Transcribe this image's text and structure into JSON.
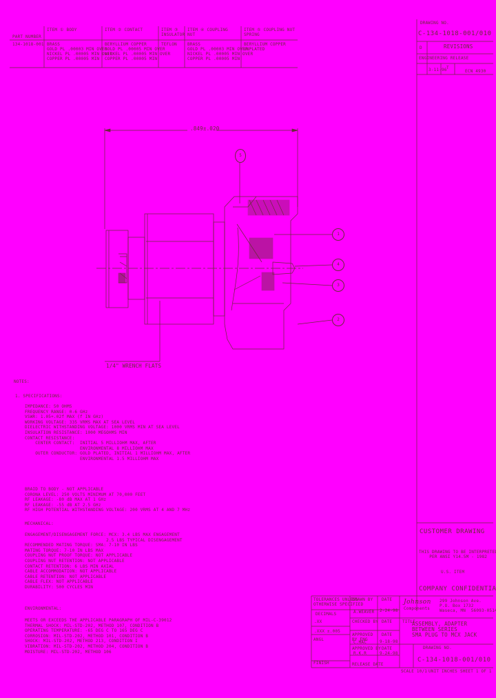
{
  "bom": {
    "headers": [
      "PART NUMBER",
      "ITEM ① BODY",
      "ITEM ② CONTACT",
      "ITEM ③ INSULATOR",
      "ITEM ④ COUPLING NUT",
      "ITEM ⑤ COUPLING NUT SPRING"
    ],
    "rows": [
      [
        "134-1018-001",
        "BRASS\nGOLD PL .00003 MIN OVER\nNICKEL PL .00005 MIN OVER\nCOPPER PL .00005 MIN",
        "BERYLLIUM COPPER\nGOLD PL .00005 MIN OVER\nNICKEL PL .00005 MIN OVER\nCOPPER PL .00005 MIN",
        "TEFLON",
        "BRASS\nGOLD PL .00003 MIN OVER\nNICKEL PL .00005 MIN OVER\nCOPPER PL .00005 MIN",
        "BERYLLIUM COPPER\nUNPLATED"
      ]
    ]
  },
  "titleblock": {
    "drawing_no_label": "DRAWING NO.",
    "drawing_no": "C-134-1018-001/010",
    "rev_col": "D",
    "revisions_label": "REVISIONS",
    "rev_row_header": "ENGINEERING RELEASE",
    "rev_date": "3-11-96",
    "rev_ecn": "ECN 4930",
    "ecn_flag": "T",
    "customer_drawing": "CUSTOMER DRAWING",
    "notice": "THIS DRAWING TO BE INTERPRETED\nPER ANSI Y14.5M - 1982",
    "us_customary": "U.S. ITEM",
    "company_confidential": "COMPANY CONFIDENTIAL",
    "tolerances": "TOLERANCES UNLESS\nOTHERWISE SPECIFIED",
    "decimals": "DECIMALS",
    "dec_x": ".XX",
    "dec_xxx": ".XXX  ±.005",
    "angles": "ANGL",
    "finish": "FINISH",
    "drawn_by_label": "DRAWN BY",
    "drawn_by": "A.WEAVER",
    "date_label": "DATE",
    "drawn_date": "2-24-98",
    "checked_by": "CHECKED BY",
    "engineer": "APPROVED BY ENG",
    "eng_initials": "C.MAC",
    "eng_date": "9-18-98",
    "approved_by": "APPROVED BY",
    "approved_name": "R.K.R",
    "approved_date": "9-24-98",
    "release_date": "RELEASE DATE",
    "company": "Johnson",
    "company_sub": "Components",
    "address": "299 Johnson Ave.\nP.O. Box 1732\nWaseca, MN  56093-0514",
    "title_label": "TITLE",
    "title": "ASSEMBLY, ADAPTER\nBETWEEN SERIES\nSMA PLUG TO MCX JACK",
    "scale": "SCALE  10/1",
    "units": "UNIT  INCHES",
    "sheet": "SHEET 1  OF 1"
  },
  "drawing": {
    "dimension": ".849±.020",
    "wrench": "1/4\" WRENCH FLATS",
    "callouts": [
      "1",
      "2",
      "3",
      "4",
      "5"
    ]
  },
  "notes": {
    "heading": "NOTES:",
    "spec_heading": "1.  SPECIFICATIONS:",
    "electrical": "IMPEDANCE: 50 OHMS\nFREQUENCY RANGE: 0-6 GHz\nVSWR: 1.05+.02f MAX (f IN GHz)\nWORKING VOLTAGE: 335 VRMS MAX AT SEA LEVEL\nDIELECTRIC WITHSTANDING VOLTAGE: 1000 VRMS MIN AT SEA LEVEL\nINSULATION RESISTANCE: 1000 MEGOHMS MIN\nCONTACT RESISTANCE:\n    CENTER CONTACT:  INITIAL 5 MILLIOHM MAX, AFTER\n                     ENVIRONMENTAL 8 MILLIOHM MAX\n    OUTER CONDUCTOR: GOLD PLATED, INITIAL 1 MILLIOHM MAX, AFTER\n                     ENVIRONMENTAL 1.5 MILLIOHM MAX",
    "electrical2": "BRAID TO BODY - NOT APPLICABLE\nCORONA LEVEL: 250 VOLTS MINIMUM AT 70,000 FEET\nRF LEAKAGE: -80 dB MAX AT 1 GHz\nRF LEAKAGE: -55 dB AT 2.5 GHz\nRF HIGH POTENTIAL WITHSTANDING VOLTAGE: 200 VRMS AT 4 AND 7 MHz",
    "mech_heading": "MECHANICAL:",
    "mechanical": "ENGAGEMENT/DISENGAGEMENT FORCE: MCX: 3.4 LBS MAX ENGAGEMENT\n                               2.5 LBS TYPICAL DISENGAGEMENT\nRECOMMENDED MATING TORQUE: SMA: 7-10 IN LBS\nMATING TORQUE: 7-10 IN LBS MAX\nCOUPLING NUT PROOF TORQUE: NOT APPLICABLE\nCOUPLING NUT RETENTION: NOT APPLICABLE\nCONTACT RETENTION: 6 LBS MIN AXIAL\nCABLE ACCOMMODATION: NOT APPLICABLE\nCABLE RETENTION: NOT APPLICABLE\nCABLE FLEX: NOT APPLICABLE\nDURABILITY: 500 CYCLES MIN",
    "env_heading": "ENVIRONMENTAL:",
    "environmental": "MEETS OR EXCEEDS THE APPLICABLE PARAGRAPH OF MIL-C-39012\nTHERMAL SHOCK: MIL-STD-202, METHOD 107, CONDITION B\nOPERATING TEMPERATURE: -65 DEG C TO 165 DEG C\nCORROSION: MIL-STD-202, METHOD 101, CONDITION B\nSHOCK: MIL-STD-202, METHOD 213, CONDITION I\nVIBRATION: MIL-STD-202, METHOD 204, CONDITION B\nMOISTURE: MIL-STD-202, METHOD 106"
  }
}
